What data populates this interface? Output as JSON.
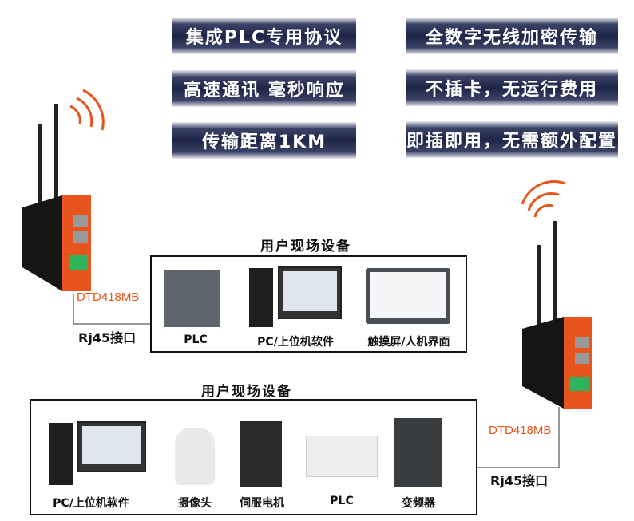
{
  "features": [
    "集成PLC专用协议",
    "全数字无线加密传输",
    "高速通讯 毫秒响应",
    "不插卡，无运行费用",
    "传输距离1KM",
    "即插即用，无需额外配置"
  ],
  "group1": {
    "title": "用户现场设备",
    "items": [
      "PLC",
      "PC/上位机软件",
      "触摸屏/人机界面"
    ]
  },
  "group2": {
    "title": "用户现场设备",
    "items": [
      "PC/上位机软件",
      "摄像头",
      "伺服电机",
      "PLC",
      "变频器"
    ]
  },
  "left_device": {
    "model": "DTD418MB",
    "port": "Rj45接口"
  },
  "right_device": {
    "model": "DTD418MB",
    "port": "Rj45接口"
  },
  "colors": {
    "accent": "#e8551c",
    "banner": "#1d2447"
  }
}
